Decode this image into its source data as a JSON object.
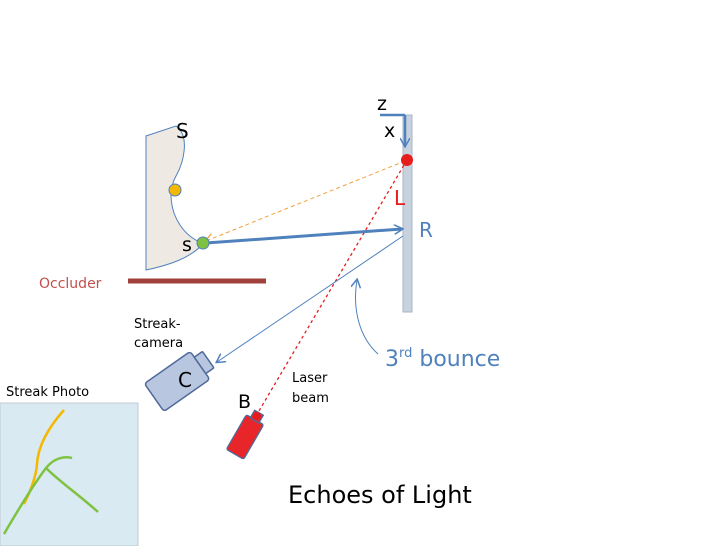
{
  "labels": {
    "axis_z": "z",
    "axis_x": "x",
    "surface_S": "S",
    "point_s": "s",
    "point_L": "L",
    "wall_R": "R",
    "occluder": "Occluder",
    "streak_camera_line1": "Streak-",
    "streak_camera_line2": "camera",
    "camera_C": "C",
    "laser_line1": "Laser",
    "laser_line2": "beam",
    "laser_B": "B",
    "bounce_number": "3",
    "bounce_sup": "rd",
    "bounce_word": "bounce",
    "streak_photo": "Streak Photo",
    "title": "Echoes of Light"
  },
  "colors": {
    "red": "#e51d1d",
    "blue": "#4f81bd",
    "occluder": "#a0413c",
    "surface_fill": "#eeeae3",
    "yellow_dot": "#f5b800",
    "green_dot": "#7fc241",
    "photo_bg": "#d9eaf2",
    "camera_body": "#b8c6e0",
    "laser_body": "#e8262a",
    "wall": "#c7d2de",
    "dashed_orange": "#f0a040",
    "text": "#000000"
  }
}
